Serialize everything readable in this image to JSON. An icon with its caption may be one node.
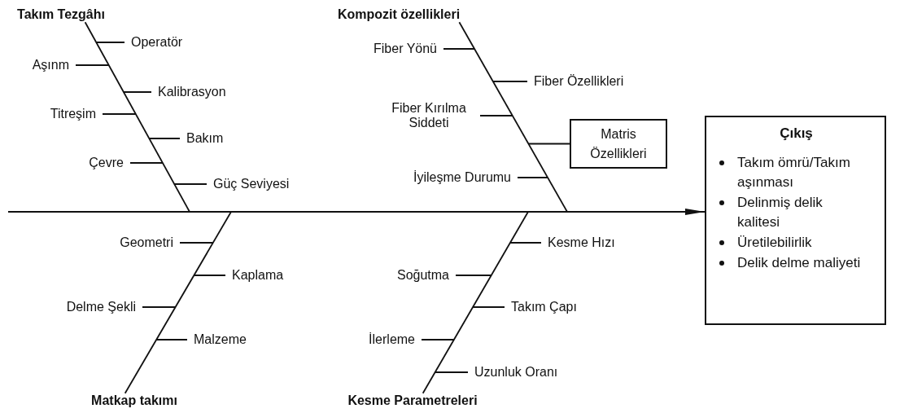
{
  "diagram": {
    "nodes": [
      {
        "text": [
          "Takım Tezgâhı"
        ]
      },
      {
        "text": [
          "Kompozit özellikleri"
        ]
      },
      {
        "text": [
          "Operatör"
        ]
      },
      {
        "text": [
          "Aşınm"
        ]
      },
      {
        "text": [
          "Kalibrasyon"
        ]
      },
      {
        "text": [
          "Titreşim"
        ]
      },
      {
        "text": [
          "Bakım"
        ]
      },
      {
        "text": [
          "Çevre"
        ]
      },
      {
        "text": [
          "Güç Seviyesi"
        ]
      },
      {
        "text": [
          "Fiber Yönü"
        ]
      },
      {
        "text": [
          "Fiber Özellikleri"
        ]
      },
      {
        "text": [
          "Fiber Kırılma Siddeti"
        ]
      },
      {
        "text": [
          "Matris Özellikleri"
        ]
      },
      {
        "text": [
          "İyileşme Durumu"
        ]
      },
      {
        "text": [
          "Çıkış",
          "Takım ömrü/Takım aşınması",
          "Delinmiş delik kalitesi",
          "Üretilebilirlik",
          "Delik delme maliyeti"
        ]
      },
      {
        "text": [
          "Geometri"
        ]
      },
      {
        "text": [
          "Kaplama"
        ]
      },
      {
        "text": [
          "Delme Şekli"
        ]
      },
      {
        "text": [
          "Malzeme"
        ]
      },
      {
        "text": [
          "Kesme Hızı"
        ]
      },
      {
        "text": [
          "Soğutma"
        ]
      },
      {
        "text": [
          "Takım Çapı"
        ]
      },
      {
        "text": [
          "İlerleme"
        ]
      },
      {
        "text": [
          "Uzunluk Oranı"
        ]
      },
      {
        "text": [
          "Matkap takımı"
        ]
      },
      {
        "text": [
          "Kesme Parametreleri"
        ]
      }
    ],
    "edges": [
      {
        "from": 0,
        "to": null,
        "arrow": "none"
      },
      {
        "from": 1,
        "to": null,
        "arrow": "none"
      },
      {
        "from": 24,
        "to": null,
        "arrow": "none"
      },
      {
        "from": 25,
        "to": null,
        "arrow": "none"
      },
      {
        "from": 2,
        "to": null,
        "arrow": "none"
      },
      {
        "from": 3,
        "to": null,
        "arrow": "none"
      },
      {
        "from": 4,
        "to": null,
        "arrow": "none"
      },
      {
        "from": 5,
        "to": null,
        "arrow": "none"
      },
      {
        "from": 6,
        "to": null,
        "arrow": "none"
      },
      {
        "from": 7,
        "to": null,
        "arrow": "none"
      },
      {
        "from": 8,
        "to": null,
        "arrow": "none"
      },
      {
        "from": 9,
        "to": null,
        "arrow": "none"
      },
      {
        "from": 10,
        "to": null,
        "arrow": "none"
      },
      {
        "from": 11,
        "to": null,
        "arrow": "none"
      },
      {
        "from": 12,
        "to": null,
        "arrow": "none"
      },
      {
        "from": 13,
        "to": null,
        "arrow": "none"
      },
      {
        "from": 15,
        "to": null,
        "arrow": "none"
      },
      {
        "from": 16,
        "to": null,
        "arrow": "none"
      },
      {
        "from": 17,
        "to": null,
        "arrow": "none"
      },
      {
        "from": 18,
        "to": null,
        "arrow": "none"
      },
      {
        "from": 19,
        "to": null,
        "arrow": "none"
      },
      {
        "from": 20,
        "to": null,
        "arrow": "none"
      },
      {
        "from": 21,
        "to": null,
        "arrow": "none"
      },
      {
        "from": 22,
        "to": null,
        "arrow": "none"
      },
      {
        "from": 23,
        "to": null,
        "arrow": "none"
      },
      {
        "from": null,
        "to": 14,
        "arrow": "to"
      }
    ]
  }
}
